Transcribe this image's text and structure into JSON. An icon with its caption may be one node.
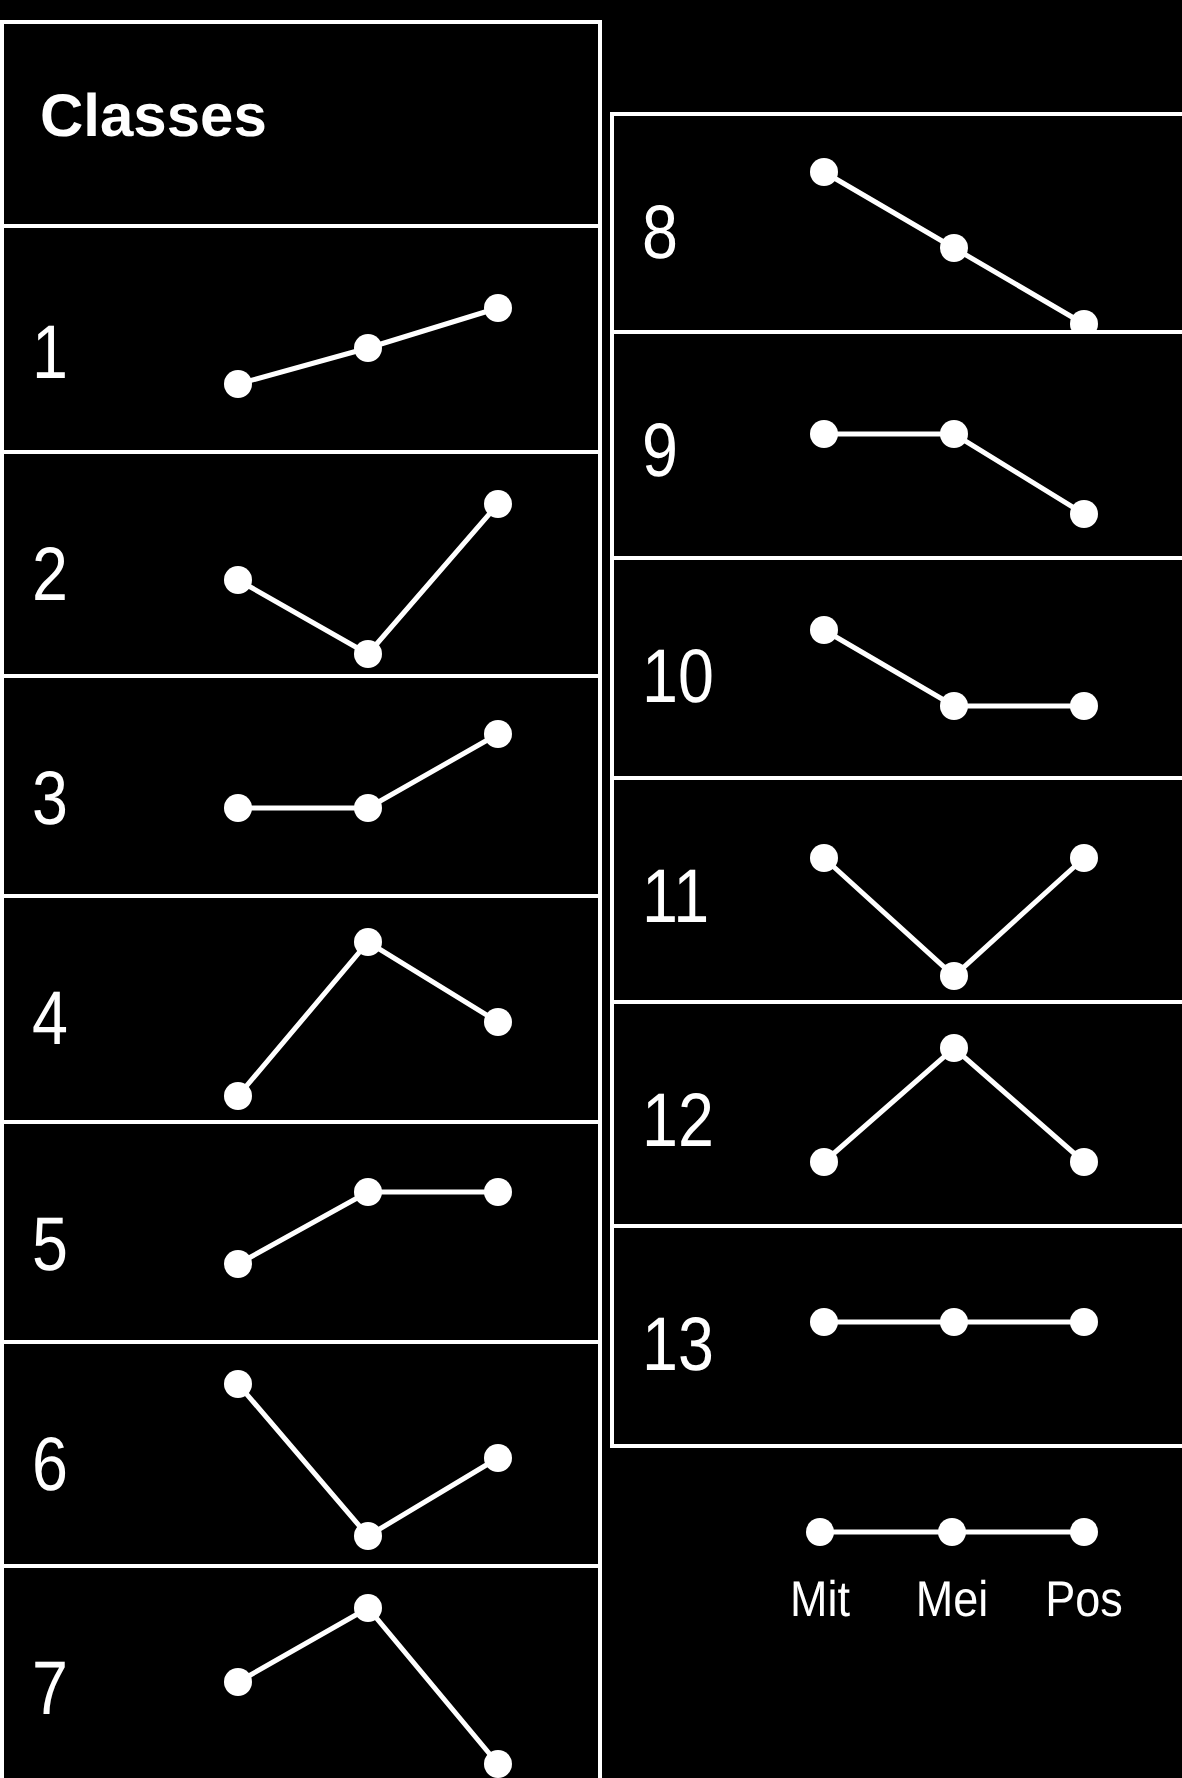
{
  "diagram": {
    "nodes": [
      {
        "text": [
          "Classes"
        ]
      },
      {
        "text": [
          "1"
        ]
      },
      {
        "text": [
          "2"
        ]
      },
      {
        "text": [
          "3"
        ]
      },
      {
        "text": [
          "4"
        ]
      },
      {
        "text": [
          "5"
        ]
      },
      {
        "text": [
          "6"
        ]
      },
      {
        "text": [
          "7"
        ]
      },
      {
        "text": [
          "8"
        ]
      },
      {
        "text": [
          "9"
        ]
      },
      {
        "text": [
          "10"
        ]
      },
      {
        "text": [
          "11"
        ]
      },
      {
        "text": [
          "12"
        ]
      },
      {
        "text": [
          "13"
        ]
      }
    ],
    "labels": [
      "Mit",
      "Mei",
      "Pos"
    ]
  }
}
